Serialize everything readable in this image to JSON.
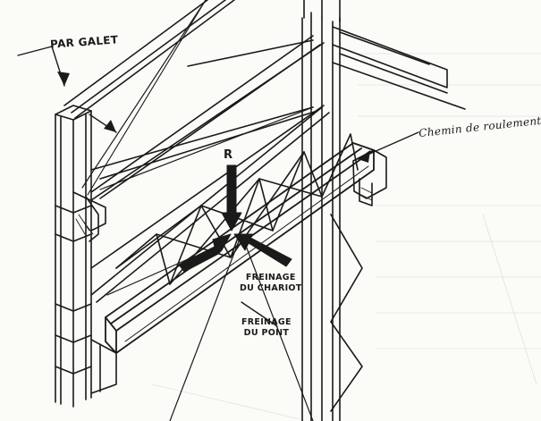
{
  "labels": {
    "par_galet": "PAR GALET",
    "r": "R",
    "chemin_de_roulement": "Chemin de roulement",
    "freinage_chariot": [
      "FREINAGE",
      "DU CHARIOT"
    ],
    "freinage_pont": [
      "FREINAGE",
      "DU PONT"
    ]
  },
  "colors": {
    "ink": "#1a1a1a",
    "paper": "#fbfbf8"
  }
}
